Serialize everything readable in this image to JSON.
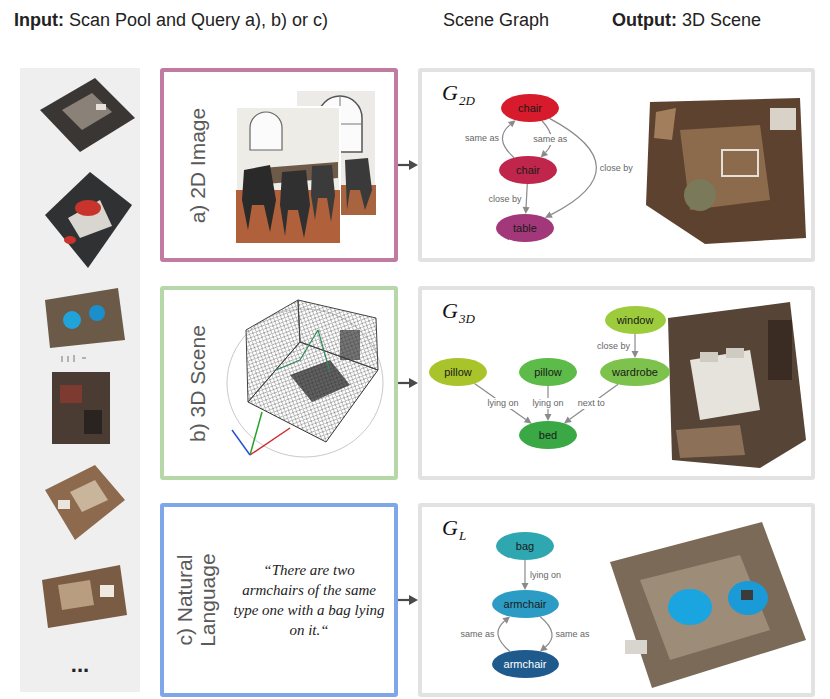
{
  "diagram": {
    "nodes": [
      {
        "text": [
          "a) 2D Image"
        ]
      },
      {
        "text": [
          "G",
          "2D"
        ]
      },
      {
        "text": [
          "chair"
        ],
        "in": 1
      },
      {
        "text": [
          "chair"
        ],
        "in": 1
      },
      {
        "text": [
          "table"
        ],
        "in": 1
      },
      {
        "text": [
          "b) 3D Scene"
        ]
      },
      {
        "text": [
          "G",
          "3D"
        ]
      },
      {
        "text": [
          "window"
        ],
        "in": 6
      },
      {
        "text": [
          "pillow"
        ],
        "in": 6
      },
      {
        "text": [
          "pillow"
        ],
        "in": 6
      },
      {
        "text": [
          "wardrobe"
        ],
        "in": 6
      },
      {
        "text": [
          "bed"
        ],
        "in": 6
      },
      {
        "text": [
          "c) Natural Language",
          "“There are two armchairs of the same type one with a bag lying on it.“"
        ]
      },
      {
        "text": [
          "G",
          "L"
        ]
      },
      {
        "text": [
          "bag"
        ],
        "in": 13
      },
      {
        "text": [
          "armchair"
        ],
        "in": 13
      },
      {
        "text": [
          "armchair"
        ],
        "in": 13
      }
    ],
    "edges": [
      {
        "from": 0,
        "to": 1,
        "arrow": "to"
      },
      {
        "from": 3,
        "to": 2,
        "label": "same as",
        "arrow": "to"
      },
      {
        "from": 2,
        "to": 3,
        "label": "same as",
        "arrow": "to"
      },
      {
        "from": 3,
        "to": 4,
        "label": "close by",
        "arrow": "to"
      },
      {
        "from": 2,
        "to": 4,
        "label": "close by",
        "arrow": "to"
      },
      {
        "from": 5,
        "to": 6,
        "arrow": "to"
      },
      {
        "from": 7,
        "to": 10,
        "label": "close by",
        "arrow": "to"
      },
      {
        "from": 8,
        "to": 11,
        "label": "lying on",
        "arrow": "to"
      },
      {
        "from": 9,
        "to": 11,
        "label": "lying on",
        "arrow": "to"
      },
      {
        "from": 10,
        "to": 11,
        "label": "next to",
        "arrow": "to"
      },
      {
        "from": 12,
        "to": 13,
        "arrow": "to"
      },
      {
        "from": 14,
        "to": 15,
        "label": "lying on",
        "arrow": "to"
      },
      {
        "from": 16,
        "to": 15,
        "label": "same as",
        "arrow": "to"
      },
      {
        "from": 15,
        "to": 16,
        "label": "same as",
        "arrow": "to"
      }
    ],
    "labels": [
      "Input:",
      "Scan Pool and Query a), b) or c)",
      "Scene Graph",
      "Output:",
      "3D Scene",
      "..."
    ]
  }
}
